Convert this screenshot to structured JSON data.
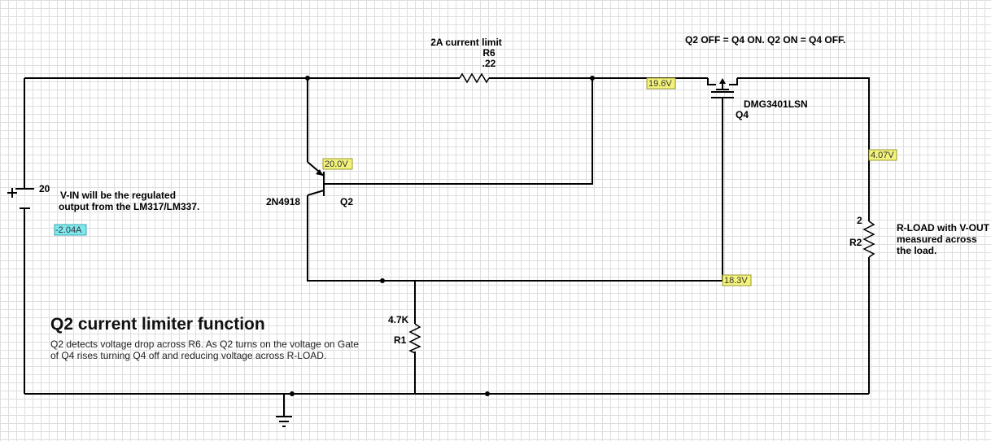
{
  "labels": {
    "r6_note": "2A current limit",
    "r6_name": "R6",
    "r6_value": ".22",
    "q4_note": "Q2 OFF = Q4 ON. Q2 ON = Q4 OFF.",
    "q4_part": "DMG3401LSN",
    "q4_name": "Q4",
    "q2_part": "2N4918",
    "q2_name": "Q2",
    "vin_value": "20",
    "vin_note_line1": "V-IN will be the regulated",
    "vin_note_line2": "output from the LM317/LM337.",
    "r2_value": "2",
    "r2_name": "R2",
    "load_note_line1": "R-LOAD with V-OUT",
    "load_note_line2": "measured across",
    "load_note_line3": "the load.",
    "r1_value": "4.7K",
    "r1_name": "R1"
  },
  "probes": {
    "v_r6_out": "19.6V",
    "v_q2": "20.0V",
    "v_load": "4.07V",
    "v_gate": "18.3V",
    "i_source": "-2.04A"
  },
  "description": {
    "title": "Q2 current limiter function",
    "line1": "Q2 detects voltage drop across R6. As Q2 turns on the voltage on Gate",
    "line2": "of Q4 rises turning Q4 off and reducing voltage across R-LOAD."
  },
  "colors": {
    "voltage_probe_fill": "#f3f37c",
    "voltage_probe_border": "#9a9a30",
    "current_probe_fill": "#7ee8ee",
    "current_probe_border": "#3ea8b0",
    "wire": "#000000"
  }
}
